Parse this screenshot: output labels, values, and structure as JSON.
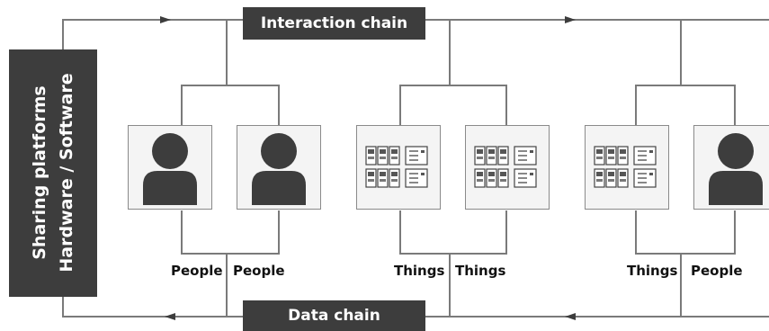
{
  "sidebar": {
    "line1": "Sharing platforms",
    "line2": "Hardware / Software"
  },
  "top_label": "Interaction chain",
  "bottom_label": "Data chain",
  "nodes": [
    {
      "type": "person",
      "label": "People"
    },
    {
      "type": "person",
      "label": "People"
    },
    {
      "type": "thing",
      "label": "Things"
    },
    {
      "type": "thing",
      "label": "Things"
    },
    {
      "type": "thing",
      "label": "Things"
    },
    {
      "type": "person",
      "label": "People"
    }
  ],
  "colors": {
    "dark": "#3d3d3d",
    "line": "#7a7a7a",
    "box": "#f4f4f4"
  }
}
